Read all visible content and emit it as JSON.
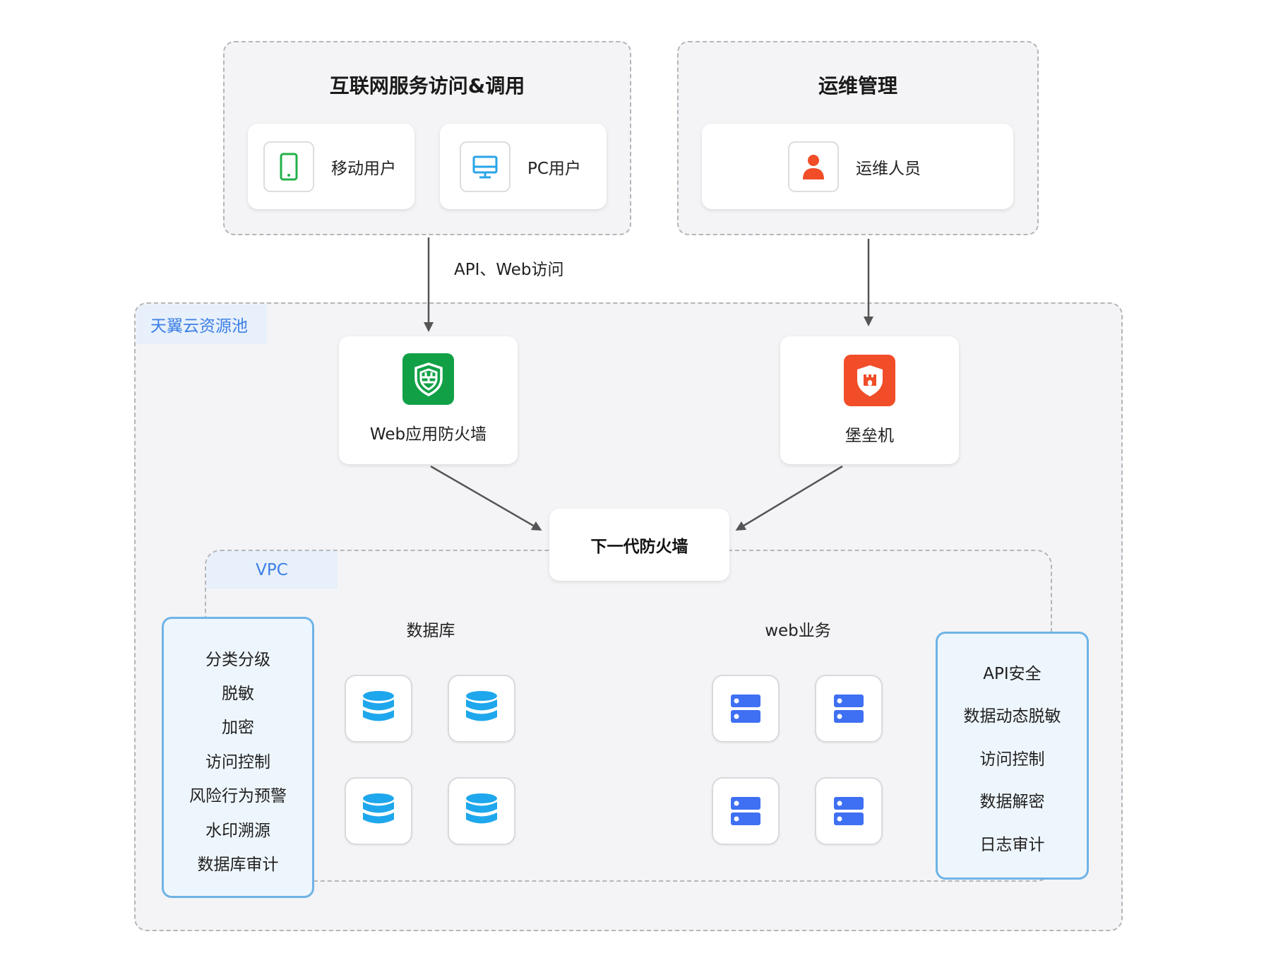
{
  "internet_group": {
    "title": "互联网服务访问&调用",
    "users": [
      {
        "label": "移动用户",
        "icon": "mobile-phone-icon",
        "color": "#22b04a"
      },
      {
        "label": "PC用户",
        "icon": "desktop-monitor-icon",
        "color": "#2aa4e8"
      }
    ]
  },
  "ops_group": {
    "title": "运维管理",
    "users": [
      {
        "label": "运维人员",
        "icon": "person-icon",
        "color": "#f04d28"
      }
    ]
  },
  "arrow_label": "API、Web访问",
  "pool": {
    "label": "天翼云资源池",
    "waf": {
      "label": "Web应用防火墙",
      "icon": "shield-icon",
      "color": "#12a047"
    },
    "bastion": {
      "label": "堡垒机",
      "icon": "fortress-icon",
      "color": "#f04d28"
    },
    "ngfw": {
      "label": "下一代防火墙"
    },
    "vpc": {
      "label": "VPC",
      "db_title": "数据库",
      "web_title": "web业务"
    }
  },
  "left_panel": {
    "items": [
      "分类分级",
      "脱敏",
      "加密",
      "访问控制",
      "风险行为预警",
      "水印溯源",
      "数据库审计"
    ]
  },
  "right_panel": {
    "items": [
      "API安全",
      "数据动态脱敏",
      "访问控制",
      "数据解密",
      "日志审计"
    ]
  },
  "colors": {
    "db_icon": "#1ea7ec",
    "server_icon": "#3f6ff2",
    "panel_border": "#6fb3e6",
    "tag_text": "#3d7fe6"
  }
}
